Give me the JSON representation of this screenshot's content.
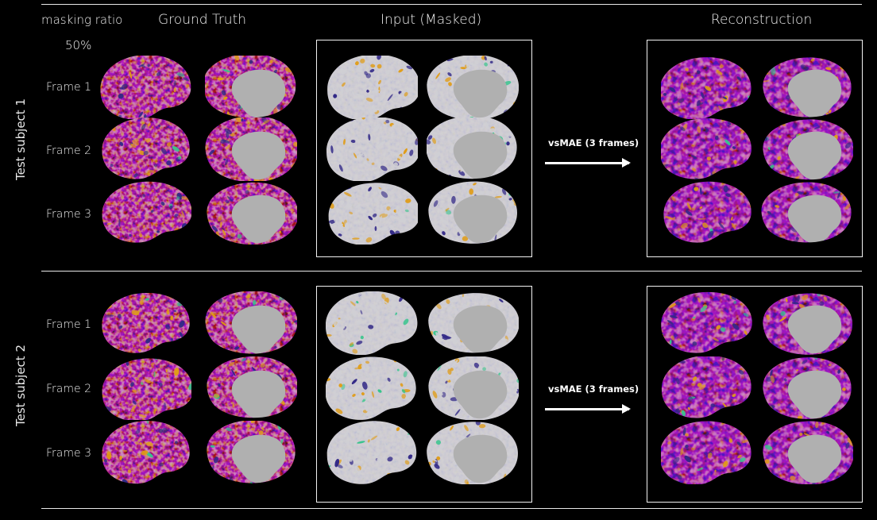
{
  "header": {
    "masking_ratio_label": "masking ratio",
    "masking_ratio_value": "50%",
    "col_ground_truth": "Ground Truth",
    "col_input": "Input (Masked)",
    "col_reconstruction": "Reconstruction"
  },
  "subjects": [
    {
      "label": "Test subject 1",
      "frames": [
        "Frame 1",
        "Frame 2",
        "Frame 3"
      ],
      "arrow_label": "vsMAE (3 frames)"
    },
    {
      "label": "Test subject 2",
      "frames": [
        "Frame 1",
        "Frame 2",
        "Frame 3"
      ],
      "arrow_label": "vsMAE (3 frames)"
    }
  ],
  "colors": {
    "background": "#000000",
    "divider": "#e8e8e8",
    "brain_base": "#5a1a1e",
    "activation_hot": "#ffb21a",
    "activation_cool": "#3a2f9a",
    "activation_green": "#3fe0a0",
    "medial_wall": "#c9c9c9",
    "mask_fill": "#d9d9df"
  },
  "icons": {
    "brain_lateral": "brain-lateral-view",
    "brain_medial": "brain-medial-view",
    "arrow": "right-arrow"
  }
}
